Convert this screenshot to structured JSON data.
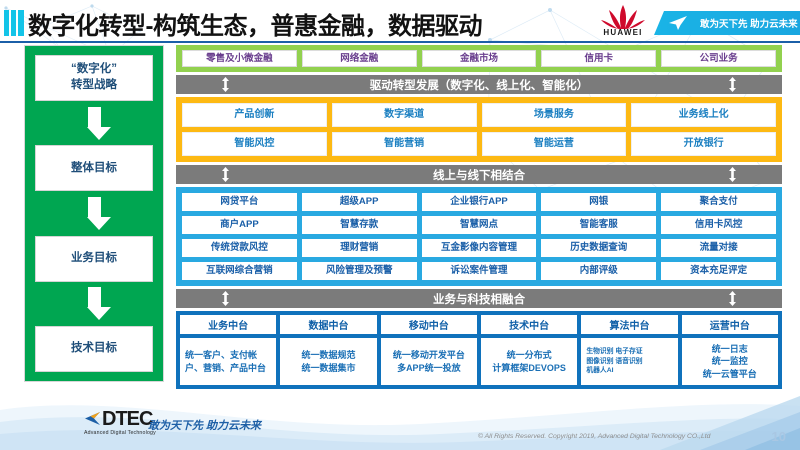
{
  "slide": {
    "title": "数字化转型-构筑生态，普惠金融，数据驱动",
    "page_number": "10",
    "accent_green": "#92d14f",
    "accent_orange": "#fdb913",
    "accent_blue": "#29a9e1",
    "accent_navy": "#1072bc",
    "sidebar_green": "#00a651",
    "divider_gray": "#7b7b7b"
  },
  "header": {
    "brand_logo": "huawei-logo",
    "brand_name": "HUAWEI",
    "banner_text": "敢为天下先 助力云未来",
    "banner_icon": "paper-plane-icon"
  },
  "sidebar": {
    "items": [
      {
        "label": "“数字化”\n转型战略"
      },
      {
        "label": "整体目标"
      },
      {
        "label": "业务目标"
      },
      {
        "label": "技术目标"
      }
    ]
  },
  "business_lines": {
    "items": [
      "零售及小微金融",
      "网络金融",
      "金融市场",
      "信用卡",
      "公司业务"
    ]
  },
  "dividers": {
    "drive": "驱动转型发展（数字化、线上化、智能化）",
    "online_offline": "线上与线下相结合",
    "fusion": "业务与科技相融合"
  },
  "transformation": {
    "rows": [
      [
        "产品创新",
        "数字渠道",
        "场景服务",
        "业务线上化"
      ],
      [
        "智能风控",
        "智能营销",
        "智能运营",
        "开放银行"
      ]
    ]
  },
  "channels": {
    "rows": [
      [
        "网贷平台",
        "超级APP",
        "企业银行APP",
        "网银",
        "聚合支付"
      ],
      [
        "商户APP",
        "智慧存款",
        "智慧网点",
        "智能客服",
        "信用卡风控"
      ],
      [
        "传统贷款风控",
        "理财营销",
        "互金影像内容管理",
        "历史数据查询",
        "流量对接"
      ],
      [
        "互联网综合营销",
        "风险管理及预警",
        "诉讼案件管理",
        "内部评级",
        "资本充足评定"
      ]
    ]
  },
  "platforms": {
    "columns": [
      {
        "head": "业务中台",
        "body": "统一客户、支付帐户、营销、产品中台",
        "style": "lefty"
      },
      {
        "head": "数据中台",
        "body": "统一数据规范\n统一数据集市",
        "style": "center"
      },
      {
        "head": "移动中台",
        "body": "统一移动开发平台\n多APP统一投放",
        "style": "center"
      },
      {
        "head": "技术中台",
        "body": "统一分布式\n计算框架DEVOPS",
        "style": "center"
      },
      {
        "head": "算法中台",
        "body": "生物识别 电子存证\n图像识别 语音识别\n机器人AI",
        "style": "tiny"
      },
      {
        "head": "运营中台",
        "body": "统一日志\n统一监控\n统一云管平台",
        "style": "center"
      }
    ]
  },
  "footer": {
    "logo_word": "DTEC",
    "logo_sub": "Advanced Digital Technology",
    "slogan": "敢为天下先   助力云未来",
    "copyright": "© All Rights Reserved. Copyright 2019, Advanced Digital Technology CO.,Ltd"
  }
}
